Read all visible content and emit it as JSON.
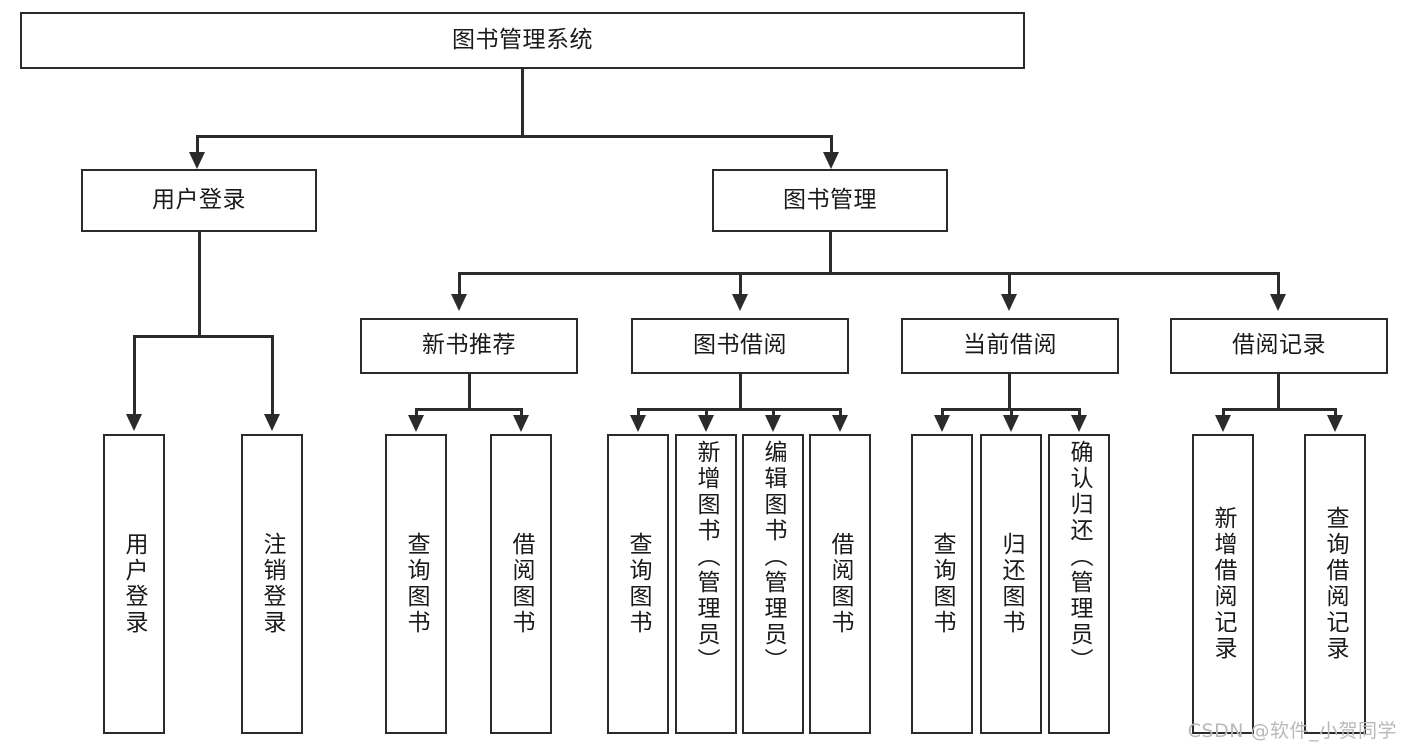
{
  "diagram": {
    "type": "tree",
    "title": "图书管理系统",
    "nodes": {
      "root": {
        "label": "图书管理系统"
      },
      "level2": [
        {
          "id": "user-login",
          "label": "用户登录"
        },
        {
          "id": "book-management",
          "label": "图书管理"
        }
      ],
      "level3": [
        {
          "id": "new-book-recommend",
          "label": "新书推荐"
        },
        {
          "id": "book-borrow",
          "label": "图书借阅"
        },
        {
          "id": "current-borrow",
          "label": "当前借阅"
        },
        {
          "id": "borrow-record",
          "label": "借阅记录"
        }
      ],
      "leaves": [
        {
          "id": "leaf-user-login",
          "label": "用户登录",
          "parent": "user-login"
        },
        {
          "id": "leaf-logout-login",
          "label": "注销登录",
          "parent": "user-login"
        },
        {
          "id": "leaf-query-book-1",
          "label": "查询图书",
          "parent": "new-book-recommend"
        },
        {
          "id": "leaf-borrow-book-1",
          "label": "借阅图书",
          "parent": "new-book-recommend"
        },
        {
          "id": "leaf-query-book-2",
          "label": "查询图书",
          "parent": "book-borrow"
        },
        {
          "id": "leaf-add-book",
          "label": "新增图书（管理员）",
          "parent": "book-borrow"
        },
        {
          "id": "leaf-edit-book",
          "label": "编辑图书（管理员）",
          "parent": "book-borrow"
        },
        {
          "id": "leaf-borrow-book-2",
          "label": "借阅图书",
          "parent": "book-borrow"
        },
        {
          "id": "leaf-query-book-3",
          "label": "查询图书",
          "parent": "current-borrow"
        },
        {
          "id": "leaf-return-book",
          "label": "归还图书",
          "parent": "current-borrow"
        },
        {
          "id": "leaf-confirm-return",
          "label": "确认归还（管理员）",
          "parent": "current-borrow"
        },
        {
          "id": "leaf-add-record",
          "label": "新增借阅记录",
          "parent": "borrow-record"
        },
        {
          "id": "leaf-query-record",
          "label": "查询借阅记录",
          "parent": "borrow-record"
        }
      ]
    },
    "colors": {
      "stroke": "#2b2b2b",
      "fill": "#ffffff",
      "text": "#1a1a1a",
      "watermark": "#b9b9b9"
    }
  },
  "watermark": {
    "text": "CSDN @软件_小贺同学"
  }
}
